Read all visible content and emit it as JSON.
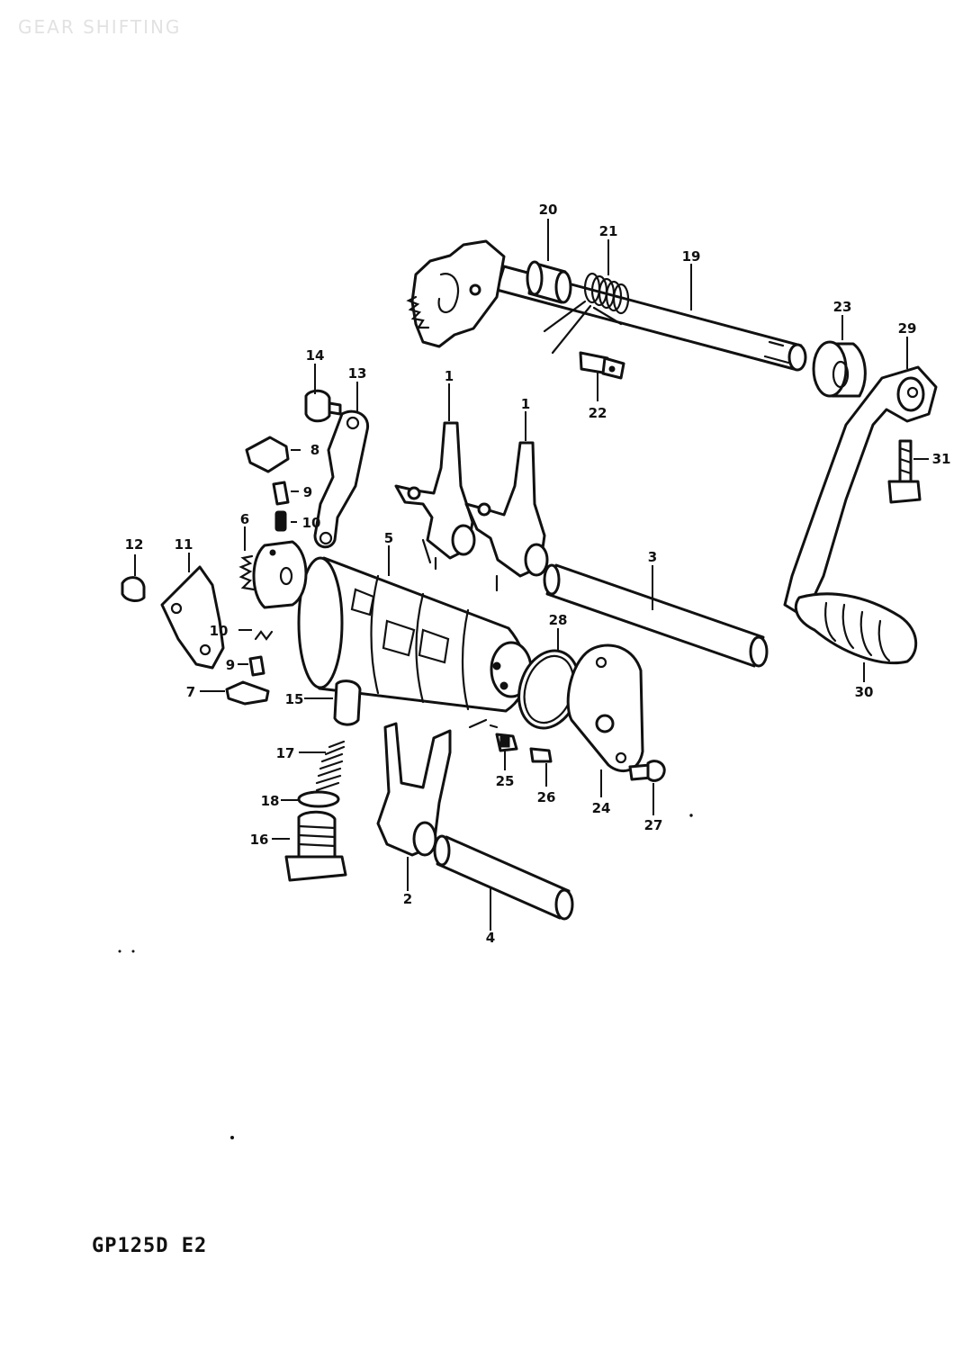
{
  "header": {
    "title": "GEAR SHIFTING"
  },
  "footer": {
    "model_code": "GP125D E2"
  },
  "callouts": {
    "p1a": "1",
    "p1b": "1",
    "p2": "2",
    "p3": "3",
    "p4": "4",
    "p5": "5",
    "p6": "6",
    "p7": "7",
    "p8": "8",
    "p9a": "9",
    "p9b": "9",
    "p10a": "10",
    "p10b": "10",
    "p11": "11",
    "p12": "12",
    "p13": "13",
    "p14": "14",
    "p15": "15",
    "p16": "16",
    "p17": "17",
    "p18": "18",
    "p19": "19",
    "p20": "20",
    "p21": "21",
    "p22": "22",
    "p23": "23",
    "p24": "24",
    "p25": "25",
    "p26": "26",
    "p27": "27",
    "p28": "28",
    "p29": "29",
    "p30": "30",
    "p31": "31"
  }
}
